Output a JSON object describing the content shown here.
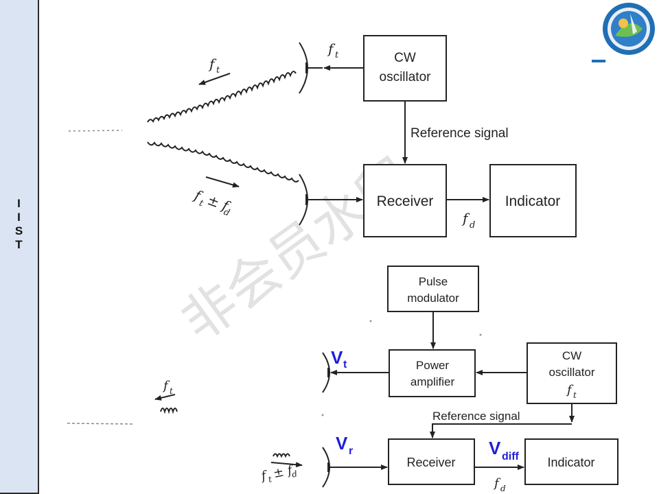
{
  "sidebar": {
    "letters": [
      "I",
      "I",
      "S",
      "T"
    ]
  },
  "logo": {
    "name": "iist-logo"
  },
  "watermark": {
    "text": "非会员水印"
  },
  "cw_radar": {
    "oscillator": [
      "CW",
      "oscillator"
    ],
    "reference": "Reference signal",
    "receiver": "Receiver",
    "indicator": "Indicator",
    "ft_tx": "f",
    "ft_tx_sub": "t",
    "ft_out": "f",
    "ft_out_sub": "t",
    "echo": "f",
    "echo_sub": "t",
    "echo_pm": "± f",
    "echo_sub2": "d",
    "fd": "f",
    "fd_sub": "d"
  },
  "pulse_radar": {
    "modulator": [
      "Pulse",
      "modulator"
    ],
    "amplifier": [
      "Power",
      "amplifier"
    ],
    "oscillator": [
      "CW",
      "oscillator"
    ],
    "osc_freq": "f",
    "osc_freq_sub": "t",
    "reference": "Reference signal",
    "receiver": "Receiver",
    "indicator": "Indicator",
    "vt": "V",
    "vt_sub": "t",
    "vr": "V",
    "vr_sub": "r",
    "vdiff": "V",
    "vdiff_sub": "diff",
    "fd": "f",
    "fd_sub": "d",
    "ft_wave": "f",
    "ft_wave_sub": "t",
    "echo": "f",
    "echo_sub": "t",
    "echo_pm": "± f",
    "echo_sub2": "d"
  },
  "colors": {
    "sidebar": "#dbe4f2",
    "v_labels": "#1f1fd8",
    "logo_ring": "#1f6fb5"
  }
}
